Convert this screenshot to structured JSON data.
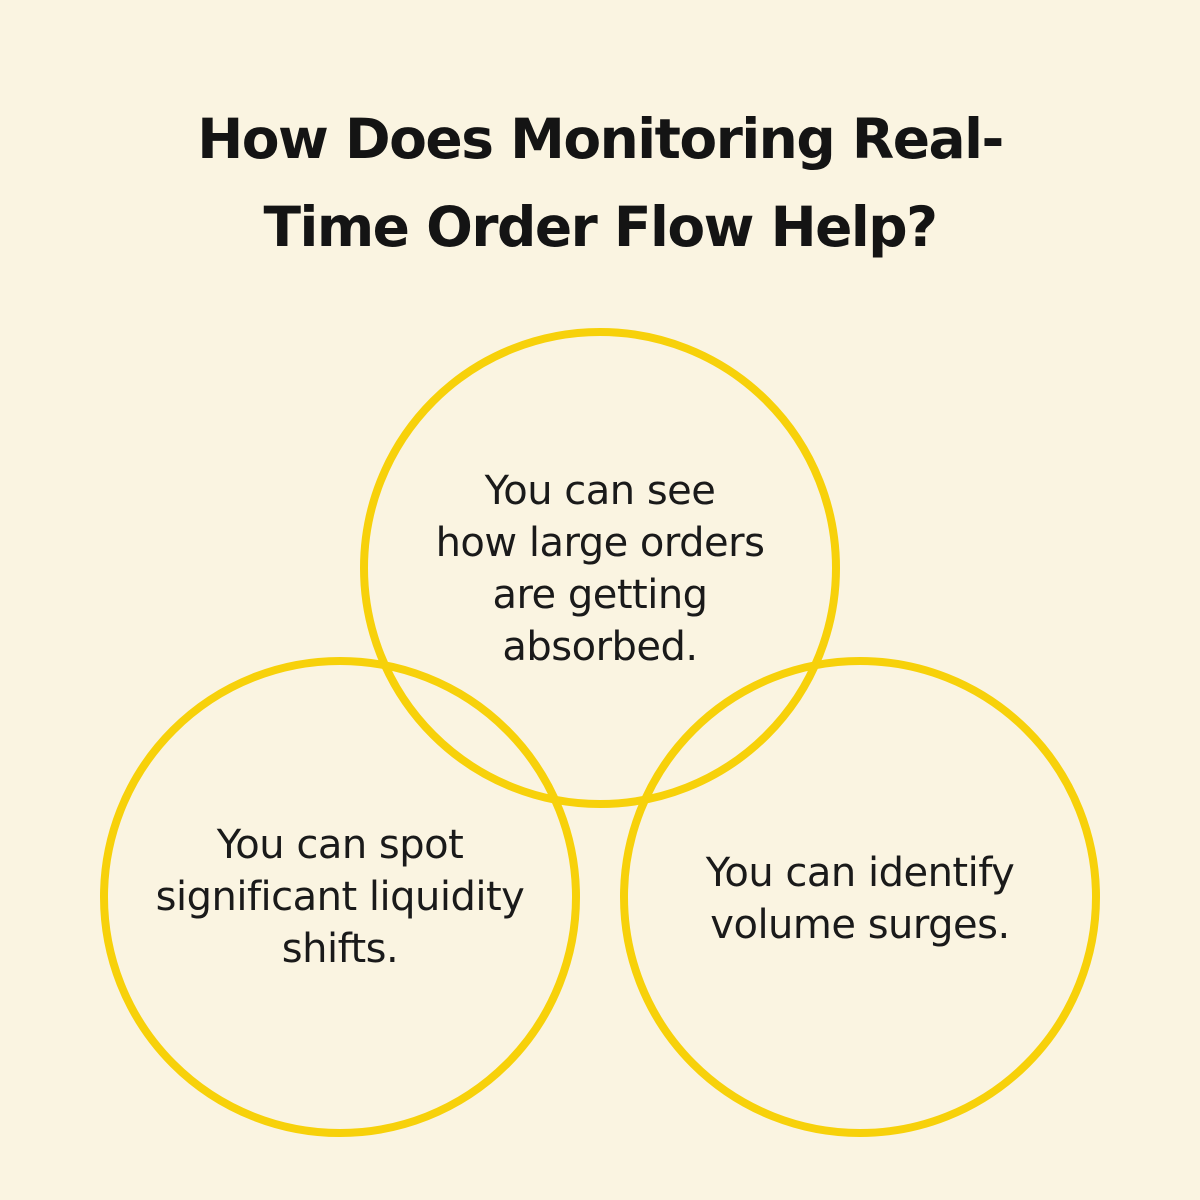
{
  "title": {
    "lines": [
      "How Does Monitoring Real-",
      "Time Order Flow Help?"
    ]
  },
  "circles": [
    {
      "id": "top",
      "lines": [
        "You can see",
        "how large orders",
        "are getting",
        "absorbed."
      ]
    },
    {
      "id": "left",
      "lines": [
        "You can spot",
        "significant liquidity",
        "shifts."
      ]
    },
    {
      "id": "right",
      "lines": [
        "You can identify",
        "volume surges."
      ]
    }
  ],
  "colors": {
    "background": "#faf4e1",
    "circle_stroke": "#f7d10a",
    "text": "#141414"
  }
}
